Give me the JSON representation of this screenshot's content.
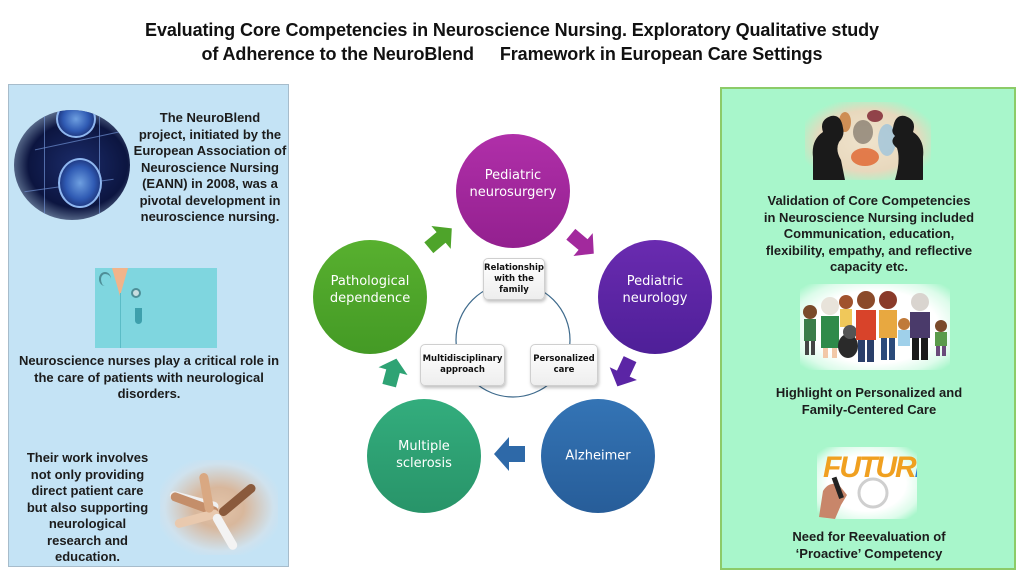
{
  "title": {
    "line1": "Evaluating Core Competencies in Neuroscience Nursing. Exploratory Qualitative study",
    "line2a": "of Adherence to the NeuroBlend",
    "line2b": "Framework in European Care Settings"
  },
  "left_panel": {
    "background": "#c4e3f5",
    "items": [
      {
        "image": "brain-scan-image",
        "text": [
          "The NeuroBlend",
          "project, initiated by the",
          "European Association of",
          "Neuroscience Nursing",
          "(EANN) in 2008, was a",
          "pivotal development in",
          "neuroscience nursing."
        ]
      },
      {
        "image": "nurse-uniform-image",
        "text": [
          "Neuroscience nurses play a critical role in",
          "the care of patients with neurological",
          "disorders."
        ]
      },
      {
        "image": "joined-hands-image",
        "text": [
          "Their work involves",
          "not only providing",
          "direct patient care",
          "but also supporting",
          "neurological",
          "research and",
          "education."
        ]
      }
    ]
  },
  "cycle": {
    "nodes": [
      {
        "id": "pediatric-neurosurgery",
        "lines": [
          "Pediatric",
          "neurosurgery"
        ],
        "color": "#a2299d"
      },
      {
        "id": "pediatric-neurology",
        "lines": [
          "Pediatric",
          "neurology"
        ],
        "color": "#5b25a5"
      },
      {
        "id": "alzheimer",
        "lines": [
          "Alzheimer"
        ],
        "color": "#2e69a8"
      },
      {
        "id": "multiple-sclerosis",
        "lines": [
          "Multiple",
          "sclerosis"
        ],
        "color": "#2ea374"
      },
      {
        "id": "pathological-dependence",
        "lines": [
          "Pathological",
          "dependence"
        ],
        "color": "#4ea42a"
      }
    ],
    "center_labels": [
      {
        "id": "relationship-with-family",
        "lines": [
          "Relationship",
          "with the",
          "family"
        ]
      },
      {
        "id": "personalized-care",
        "lines": [
          "Personalized",
          "care"
        ]
      },
      {
        "id": "multidisciplinary-approach",
        "lines": [
          "Multidisciplinary",
          "approach"
        ]
      }
    ]
  },
  "right_panel": {
    "background": "#a8f6cb",
    "border": "#8ccb68",
    "items": [
      {
        "image": "conversation-silhouettes-image",
        "text": [
          "Validation of Core Competencies",
          "in Neuroscience Nursing included",
          "Communication, education,",
          "flexibility, empathy, and reflective",
          "capacity etc."
        ]
      },
      {
        "image": "family-illustration-image",
        "text": [
          "Highlight on Personalized and",
          "Family-Centered Care"
        ]
      },
      {
        "image": "future-word-image",
        "future_word": "FUTURE",
        "text": [
          "Need for Reevaluation of",
          "‘Proactive’ Competency"
        ]
      }
    ]
  }
}
